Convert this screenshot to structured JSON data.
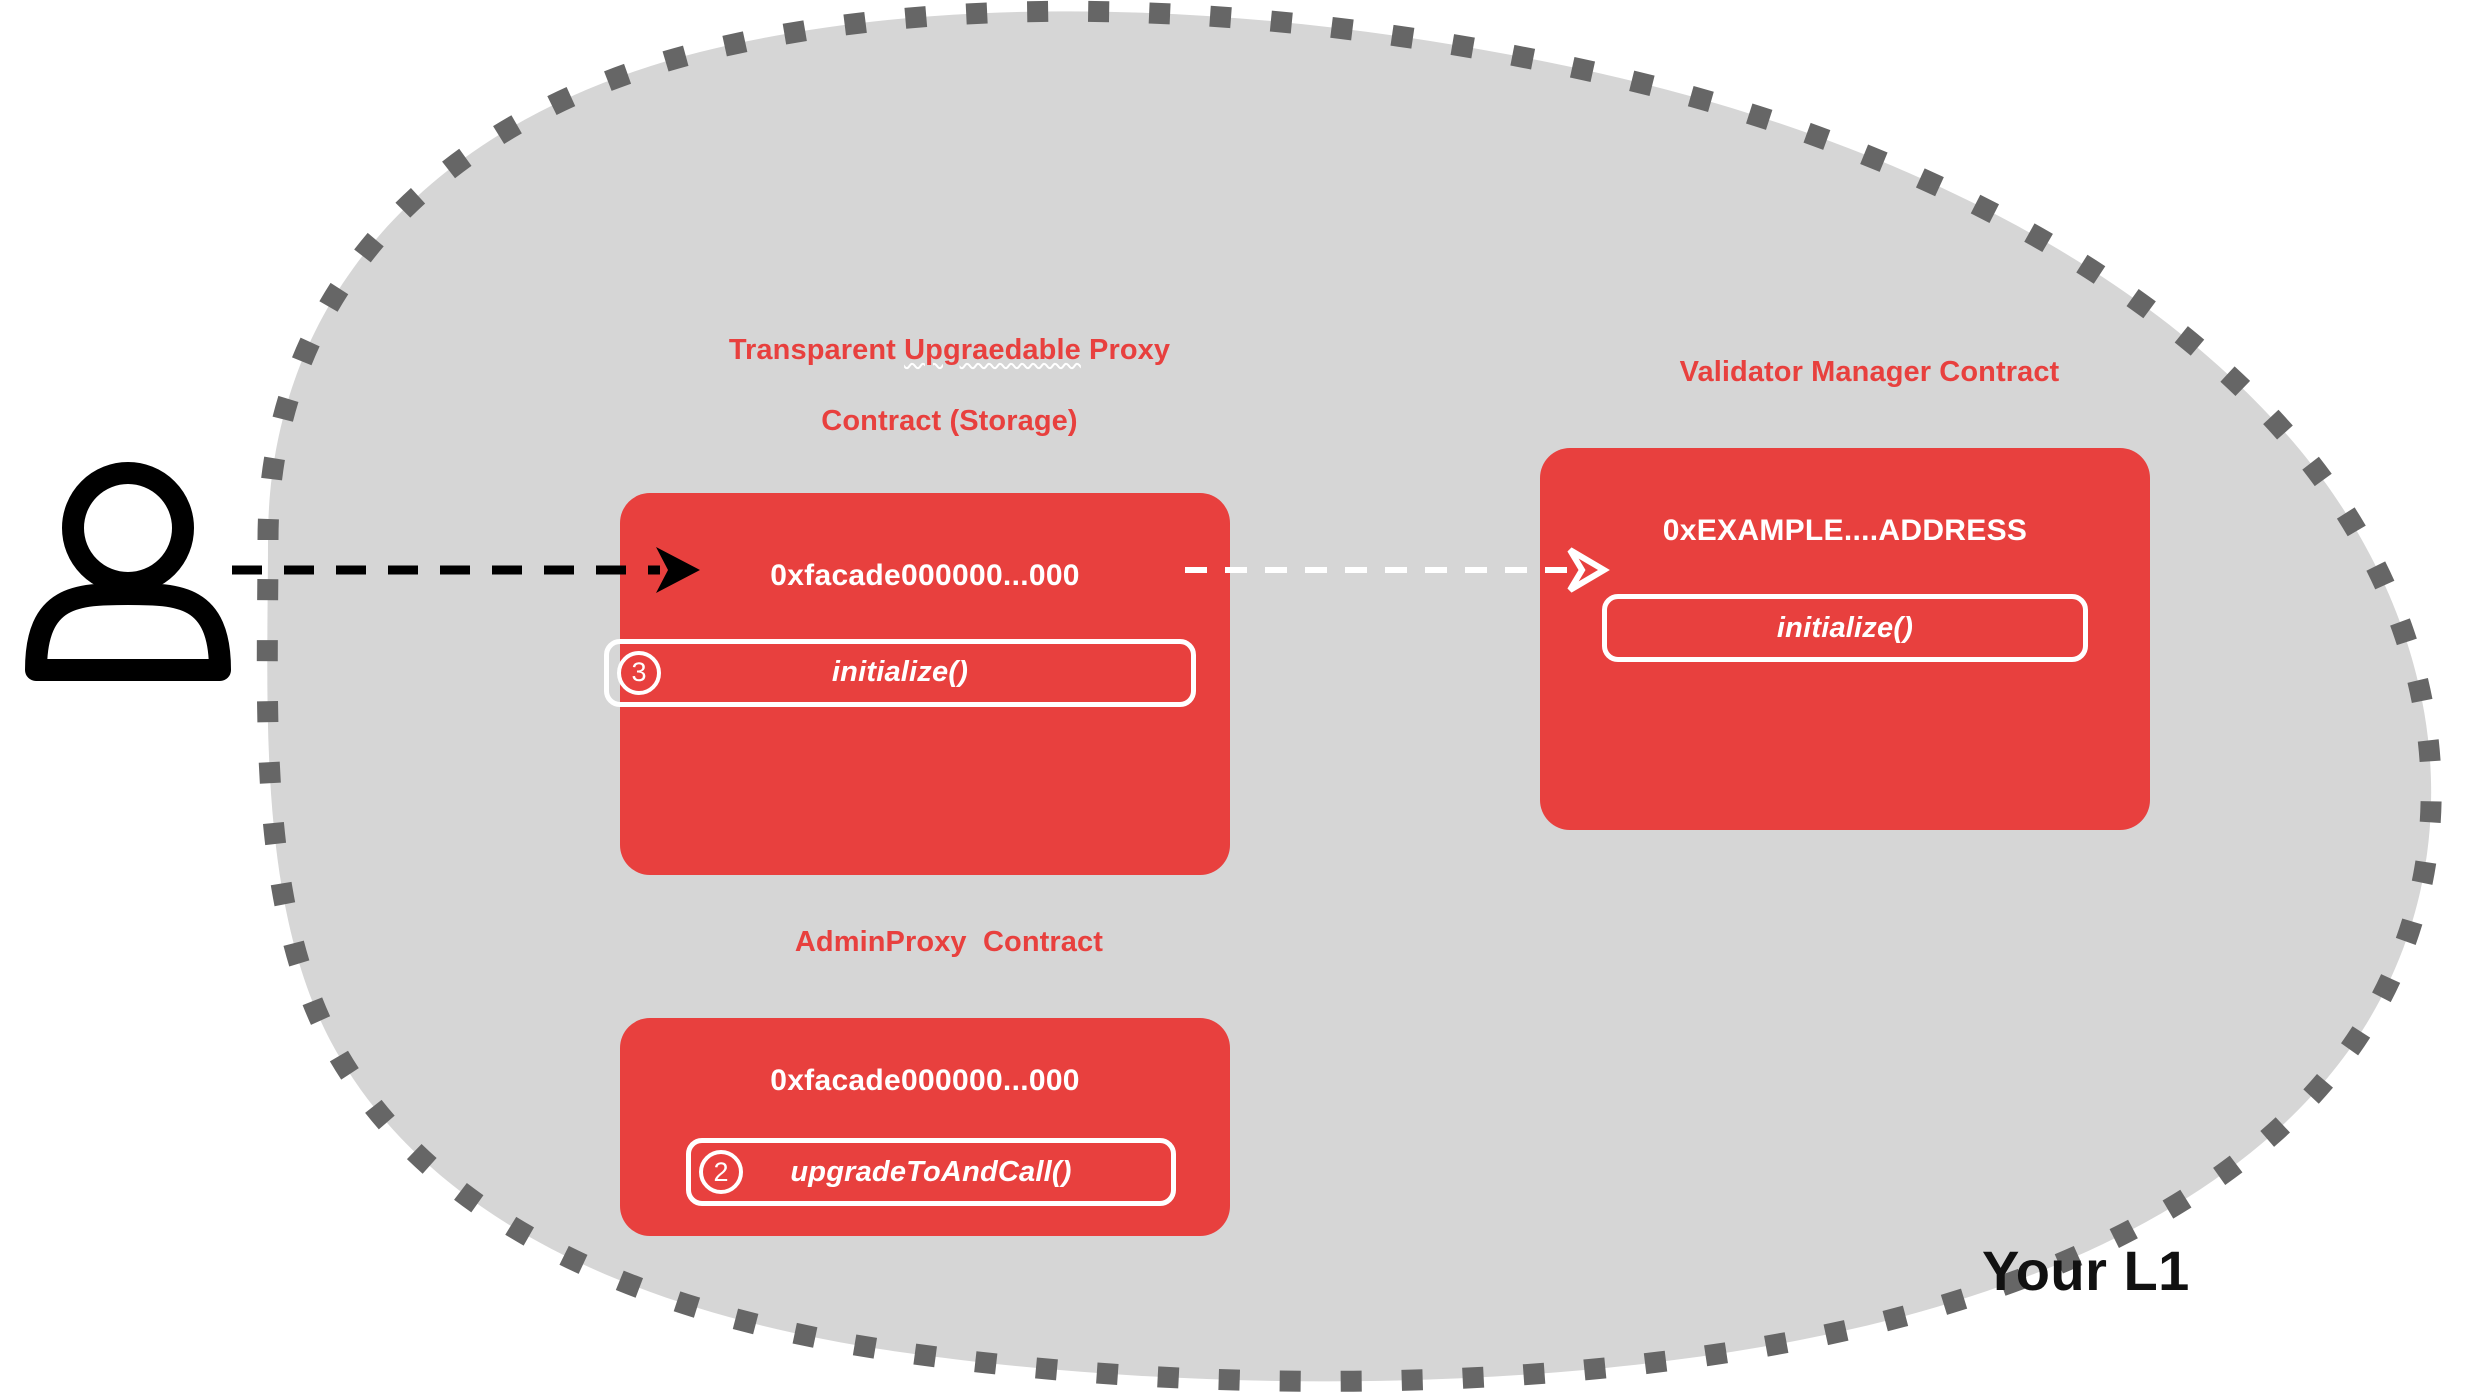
{
  "diagram": {
    "region_label": "Your L1",
    "actor": {
      "icon": "user-person-icon"
    },
    "colors": {
      "contract_red": "#E8403E",
      "region_fill": "#D6D6D6",
      "region_border": "#666666",
      "text_white": "#FFFFFF",
      "text_black": "#111111",
      "page_background": "#FFFFFF"
    },
    "contracts": [
      {
        "id": "transparent-upgradeable-proxy",
        "title_line1_pre": "Transparent ",
        "title_line1_misspelled": "Upgraedable",
        "title_line1_post": " Proxy",
        "title_line2": "Contract (Storage)",
        "title_full": "Transparent Upgraedable Proxy Contract (Storage)",
        "address": "0xfacade000000...000",
        "functions": [
          {
            "badge": "3",
            "name": "initialize()"
          }
        ]
      },
      {
        "id": "validator-manager",
        "title_line1_pre": "Validator Manager Contract",
        "title_line1_misspelled": "",
        "title_line1_post": "",
        "title_line2": "",
        "title_full": "Validator Manager Contract",
        "address": "0xEXAMPLE....ADDRESS",
        "functions": [
          {
            "badge": "",
            "name": "initialize()"
          }
        ]
      },
      {
        "id": "admin-proxy",
        "title_line1_pre": "AdminProxy  Contract",
        "title_line1_misspelled": "",
        "title_line1_post": "",
        "title_line2": "",
        "title_full": "AdminProxy  Contract",
        "address": "0xfacade000000...000",
        "functions": [
          {
            "badge": "2",
            "name": "upgradeToAndCall()"
          }
        ]
      }
    ],
    "connections": [
      {
        "id": "user-to-proxy",
        "style": "dashed",
        "color": "#000000",
        "from": "user",
        "to": "transparent-upgradeable-proxy.initialize()"
      },
      {
        "id": "proxy-to-validator-manager",
        "style": "dashed",
        "color": "#FFFFFF",
        "from": "transparent-upgradeable-proxy.initialize()",
        "to": "validator-manager.initialize()"
      }
    ]
  }
}
